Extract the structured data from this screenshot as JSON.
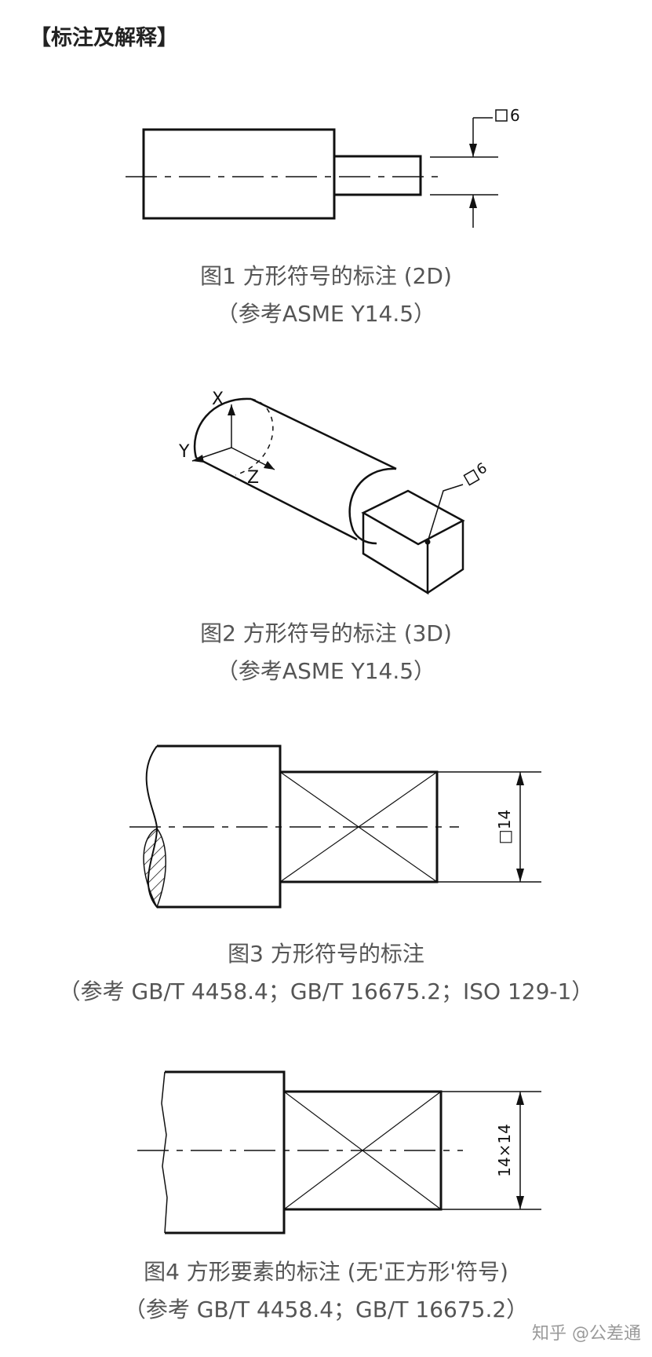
{
  "heading": "【标注及解释】",
  "figures": [
    {
      "caption": "图1  方形符号的标注 (2D)",
      "source": "（参考ASME Y14.5）",
      "label": "□6"
    },
    {
      "caption": "图2  方形符号的标注 (3D)",
      "source": "（参考ASME Y14.5）",
      "label": "□6",
      "axes": [
        "X",
        "Y",
        "Z"
      ]
    },
    {
      "caption": "图3  方形符号的标注",
      "source": "（参考 GB/T 4458.4；GB/T 16675.2；ISO 129-1）",
      "label": "□14"
    },
    {
      "caption": "图4  方形要素的标注 (无'正方形'符号)",
      "source": "（参考 GB/T 4458.4；GB/T 16675.2）",
      "label": "14×14"
    }
  ],
  "watermark": "知乎 @公差通"
}
